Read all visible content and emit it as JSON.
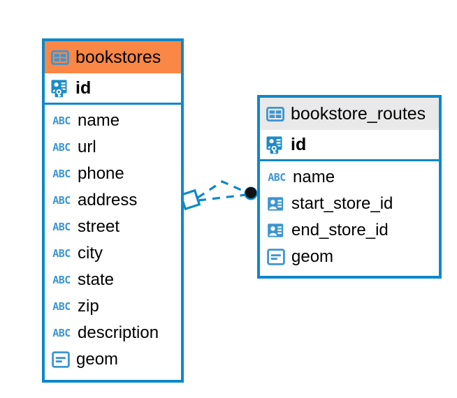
{
  "diagram": {
    "type": "entity-relationship-diagram",
    "colors": {
      "border_blue": "#0e88c9",
      "header_orange": "#fa8745",
      "header_grey": "#e9e9e9",
      "icon_blue": "#3d95d1",
      "connector_blue": "#0e88c9",
      "endpoint_dark": "#111111",
      "background": "#ffffff"
    },
    "entities": [
      {
        "name": "bookstores",
        "header_style": "accent-orange",
        "table_icon": "table-grid-icon",
        "primary_key": {
          "label": "id",
          "icon": "primary-key-icon"
        },
        "fields": [
          {
            "label": "name",
            "icon": "abc-text-icon"
          },
          {
            "label": "url",
            "icon": "abc-text-icon"
          },
          {
            "label": "phone",
            "icon": "abc-text-icon"
          },
          {
            "label": "address",
            "icon": "abc-text-icon"
          },
          {
            "label": "street",
            "icon": "abc-text-icon"
          },
          {
            "label": "city",
            "icon": "abc-text-icon"
          },
          {
            "label": "state",
            "icon": "abc-text-icon"
          },
          {
            "label": "zip",
            "icon": "abc-text-icon"
          },
          {
            "label": "description",
            "icon": "abc-text-icon"
          },
          {
            "label": "geom",
            "icon": "geometry-blob-icon"
          }
        ]
      },
      {
        "name": "bookstore_routes",
        "header_style": "accent-grey",
        "table_icon": "table-grid-icon",
        "primary_key": {
          "label": "id",
          "icon": "primary-key-icon"
        },
        "fields": [
          {
            "label": "name",
            "icon": "abc-text-icon"
          },
          {
            "label": "start_store_id",
            "icon": "foreign-key-icon"
          },
          {
            "label": "end_store_id",
            "icon": "foreign-key-icon"
          },
          {
            "label": "geom",
            "icon": "geometry-blob-icon"
          }
        ]
      }
    ],
    "relationship": {
      "source_endpoint": "diamond-outline-marker",
      "target_endpoint": "filled-circle-marker",
      "line_style": "dashed",
      "branches": 2
    },
    "icon_text": {
      "abc": "ABC"
    }
  }
}
